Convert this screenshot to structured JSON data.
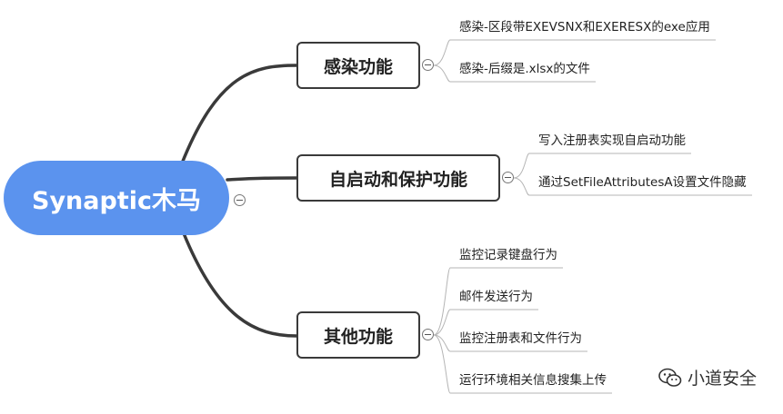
{
  "root": {
    "label": "Synaptic木马"
  },
  "branches": [
    {
      "label": "感染功能",
      "leaves": [
        "感染-区段带EXEVSNX和EXERESX的exe应用",
        "感染-后缀是.xlsx的文件"
      ]
    },
    {
      "label": "自启动和保护功能",
      "leaves": [
        "写入注册表实现自启动功能",
        "通过SetFileAttributesA设置文件隐藏"
      ]
    },
    {
      "label": "其他功能",
      "leaves": [
        "监控记录键盘行为",
        "邮件发送行为",
        "监控注册表和文件行为",
        "运行环境相关信息搜集上传"
      ]
    }
  ],
  "watermark": {
    "text": "小道安全",
    "icon": "wechat-icon"
  },
  "colors": {
    "root_fill": "#5b93ee",
    "line": "#3a3a3a",
    "leaf_line": "#b5b5b5"
  }
}
